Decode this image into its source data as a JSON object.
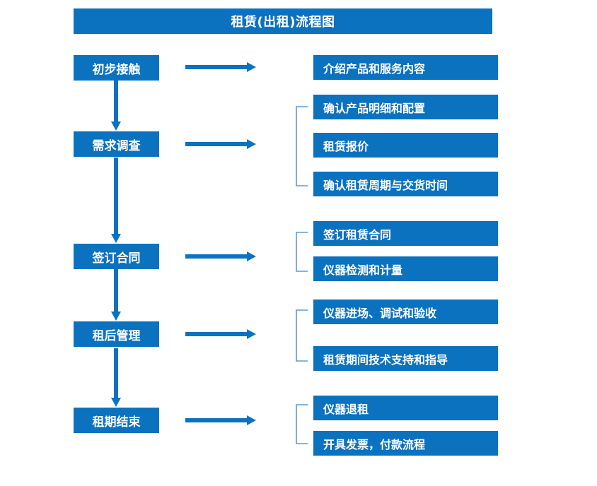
{
  "diagram": {
    "title": "租赁(出租)流程图",
    "accent_color": "#0B72C0",
    "bracket_color": "#5B9BD5",
    "text_color": "#FFFFFF",
    "background_color": "#FFFFFF",
    "type": "flowchart",
    "stages": [
      {
        "label": "初步接触"
      },
      {
        "label": "需求调查"
      },
      {
        "label": "签订合同"
      },
      {
        "label": "租后管理"
      },
      {
        "label": "租期结束"
      }
    ],
    "details": [
      {
        "label": "介绍产品和服务内容"
      },
      {
        "label": "确认产品明细和配置"
      },
      {
        "label": "租赁报价"
      },
      {
        "label": "确认租赁周期与交货时间"
      },
      {
        "label": "签订租赁合同"
      },
      {
        "label": "仪器检测和计量"
      },
      {
        "label": "仪器进场、调试和验收"
      },
      {
        "label": "租赁期间技术支持和指导"
      },
      {
        "label": "仪器退租"
      },
      {
        "label": "开具发票，付款流程"
      }
    ],
    "connectors": {
      "horizontal_arrow_count": 5,
      "vertical_arrow_count": 4,
      "bracket_count": 4
    }
  }
}
